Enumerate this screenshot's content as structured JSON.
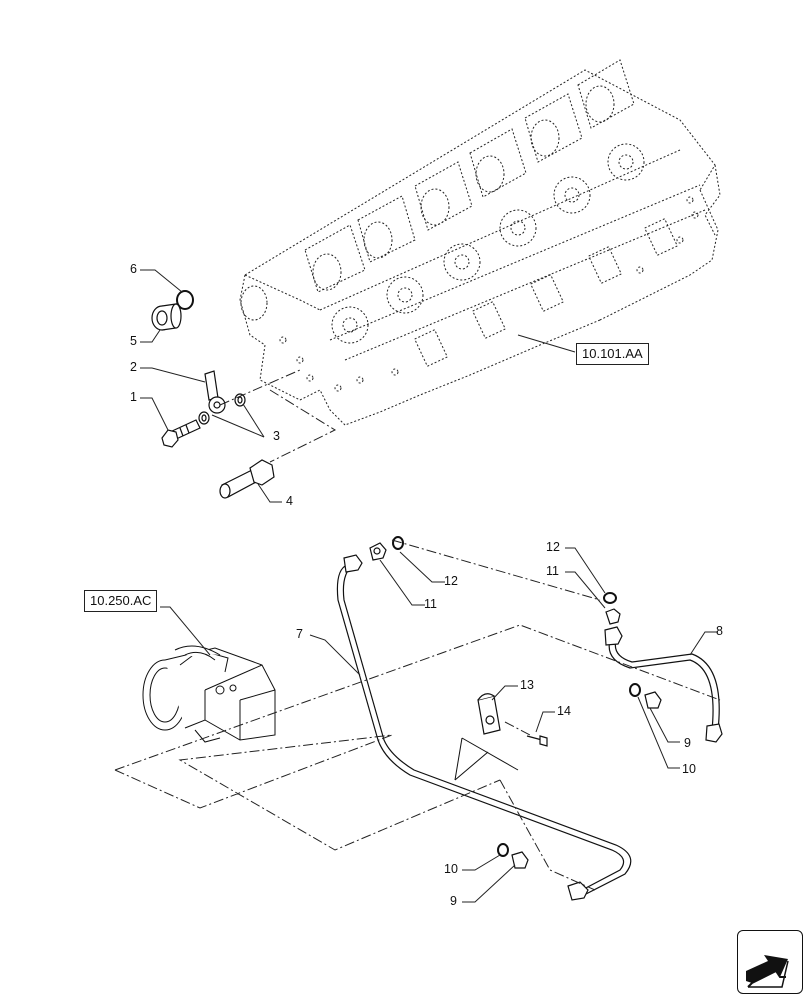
{
  "references": {
    "cylinder_head": "10.101.AA",
    "injection_pump": "10.250.AC"
  },
  "callouts": {
    "c1": "1",
    "c2": "2",
    "c3": "3",
    "c4": "4",
    "c5": "5",
    "c6": "6",
    "c7": "7",
    "c8": "8",
    "c9a": "9",
    "c9b": "9",
    "c10a": "10",
    "c10b": "10",
    "c11a": "11",
    "c11b": "11",
    "c12a": "12",
    "c12b": "12",
    "c13": "13",
    "c14": "14"
  },
  "icons": {
    "navigation": "next-page-arrow-icon"
  }
}
